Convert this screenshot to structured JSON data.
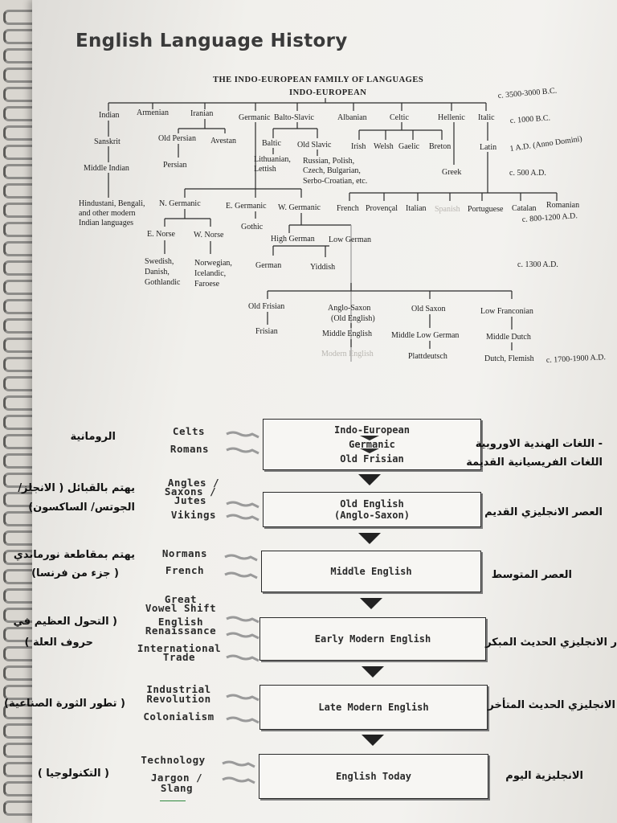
{
  "title": "English Language History",
  "tree": {
    "heading": "THE INDO-EUROPEAN FAMILY OF LANGUAGES",
    "root": "INDO-EUROPEAN",
    "branches": [
      "Indian",
      "Armenian",
      "Iranian",
      "Germanic",
      "Balto-Slavic",
      "Albanian",
      "Celtic",
      "Hellenic",
      "Italic"
    ],
    "sanskrit": "Sanskrit",
    "middle_indian": "Middle Indian",
    "hindustani": [
      "Hindustani, Bengali,",
      "and other modern",
      "Indian languages"
    ],
    "old_persian": "Old Persian",
    "avestan": "Avestan",
    "persian": "Persian",
    "baltic": "Baltic",
    "old_slavic": "Old Slavic",
    "lithuanian": [
      "Lithuanian,",
      "Lettish"
    ],
    "russian": [
      "Russian, Polish,",
      "Czech, Bulgarian,",
      "Serbo-Croatian, etc."
    ],
    "celtic_langs": [
      "Irish",
      "Welsh",
      "Gaelic",
      "Breton"
    ],
    "greek": "Greek",
    "latin": "Latin",
    "romance": [
      "French",
      "Provençal",
      "Italian",
      "Spanish",
      "Portuguese",
      "Catalan",
      "Romanian"
    ],
    "n_germanic": "N. Germanic",
    "e_germanic": "E. Germanic",
    "w_germanic": "W. Germanic",
    "gothic": "Gothic",
    "e_norse": "E. Norse",
    "w_norse": "W. Norse",
    "swedish": [
      "Swedish,",
      "Danish,",
      "Gothlandic"
    ],
    "norwegian": [
      "Norwegian,",
      "Icelandic,",
      "Faroese"
    ],
    "high_german": "High German",
    "low_german": "Low German",
    "german": "German",
    "yiddish": "Yiddish",
    "old_frisian": "Old Frisian",
    "frisian": "Frisian",
    "anglo_saxon": [
      "Anglo-Saxon",
      "(Old English)"
    ],
    "middle_english": "Middle English",
    "modern_english": "Modern English",
    "old_saxon": "Old Saxon",
    "middle_low_german": "Middle Low German",
    "plattdeutsch": "Plattdeutsch",
    "low_franconian": "Low Franconian",
    "middle_dutch": "Middle Dutch",
    "dutch_flemish": "Dutch, Flemish",
    "dates": [
      "c. 3500-3000 B.C.",
      "c. 1000 B.C.",
      "1 A.D. (Anno Domini)",
      "c. 500 A.D.",
      "c. 800-1200 A.D.",
      "c. 1300 A.D.",
      "c. 1700-1900 A.D."
    ]
  },
  "timeline": [
    {
      "stage": [
        "Indo-European",
        "Germanic",
        "Old Frisian"
      ],
      "influences": [
        "Celts",
        "Romans"
      ],
      "arabic_left": [
        "الرومانية"
      ],
      "arabic_right": [
        "- اللغات الهندية الاوروبية",
        "اللغات الفريسيانية القديمة"
      ]
    },
    {
      "stage": [
        "Old English",
        "(Anglo-Saxon)"
      ],
      "influences": [
        "Angles /",
        "Saxons /",
        "Jutes",
        "Vikings"
      ],
      "arabic_left": [
        "يهتم بالقبائل ( الانجلز/",
        "الجوتس/ الساكسون)"
      ],
      "arabic_right": [
        "العصر الانجليزي القديم"
      ]
    },
    {
      "stage": [
        "Middle English"
      ],
      "influences": [
        "Normans",
        "French"
      ],
      "arabic_left": [
        "يهتم بمقاطعة نورماندي",
        "( جزء من فرنسا)"
      ],
      "arabic_right": [
        "العصر المتوسط"
      ]
    },
    {
      "stage": [
        "Early Modern English"
      ],
      "influences": [
        "Great",
        "Vowel Shift",
        "English",
        "Renaissance",
        "International",
        "Trade"
      ],
      "arabic_left": [
        "( التحول العظيم في",
        "حروف العلة )"
      ],
      "arabic_right": [
        "ر الانجليزي الحديث المبكر"
      ]
    },
    {
      "stage": [
        "Late Modern English"
      ],
      "influences": [
        "Industrial",
        "Revolution",
        "Colonialism"
      ],
      "arabic_left": [
        "( تطور الثورة الصناعية)"
      ],
      "arabic_right": [
        "الانجليزي الحديث المتأخر"
      ]
    },
    {
      "stage": [
        "English Today"
      ],
      "influences": [
        "Technology",
        "Jargon /",
        "Slang"
      ],
      "arabic_left": [
        "( التكنولوجيا )"
      ],
      "arabic_right": [
        "الانجليزية اليوم"
      ]
    }
  ]
}
